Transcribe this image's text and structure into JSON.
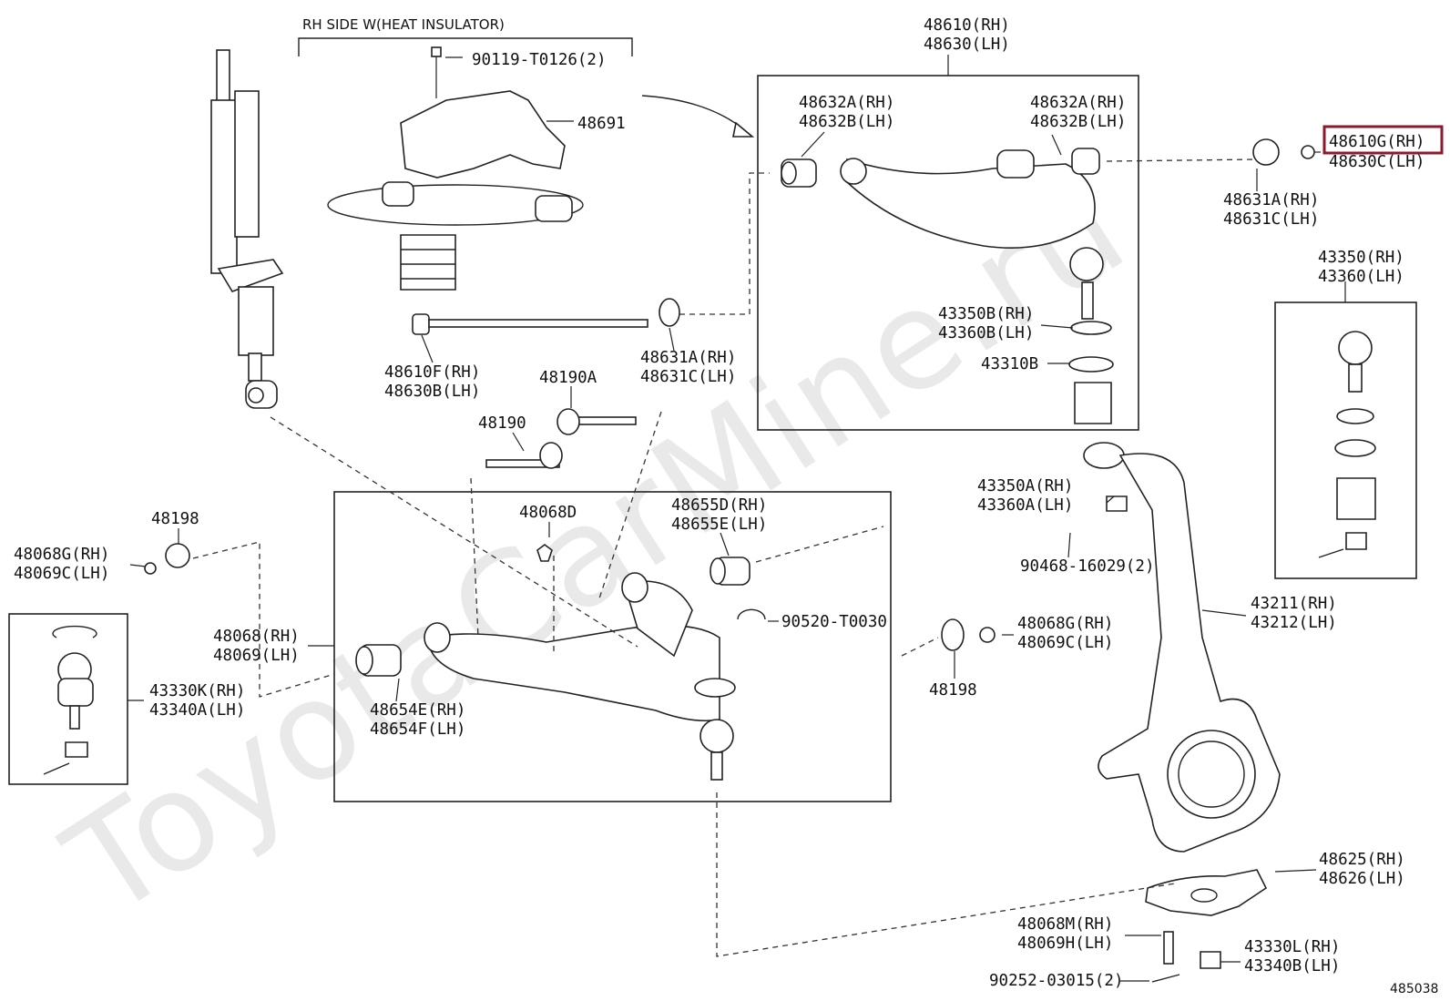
{
  "watermark": "ToyotaCarMine.ru",
  "heading": "RH SIDE W(HEAT INSULATOR)",
  "diagram_ref": "485038",
  "highlight_color": "#8b1a2f",
  "labels": {
    "a1": "48610(RH)",
    "a2": "48630(LH)",
    "b": "90119-T0126(2)",
    "c": "48691",
    "d1": "48632A(RH)",
    "d2": "48632B(LH)",
    "e1": "48632A(RH)",
    "e2": "48632B(LH)",
    "f1": "48610G(RH)",
    "f2": "48630C(LH)",
    "g1": "48631A(RH)",
    "g2": "48631C(LH)",
    "h1": "43350(RH)",
    "h2": "43360(LH)",
    "i1": "43350B(RH)",
    "i2": "43360B(LH)",
    "j": "43310B",
    "k1": "48610F(RH)",
    "k2": "48630B(LH)",
    "l1": "48631A(RH)",
    "l2": "48631C(LH)",
    "m": "48190A",
    "n": "48190",
    "o": "48198",
    "p1": "48068G(RH)",
    "p2": "48069C(LH)",
    "q": "48068D",
    "r1": "48655D(RH)",
    "r2": "48655E(LH)",
    "s1": "43350A(RH)",
    "s2": "43360A(LH)",
    "t": "90468-16029(2)",
    "u1": "48068(RH)",
    "u2": "48069(LH)",
    "v": "90520-T0030",
    "w1": "48068G(RH)",
    "w2": "48069C(LH)",
    "x1": "43211(RH)",
    "x2": "43212(LH)",
    "y1": "43330K(RH)",
    "y2": "43340A(LH)",
    "z1": "48654E(RH)",
    "z2": "48654F(LH)",
    "aa": "48198",
    "ab1": "48625(RH)",
    "ab2": "48626(LH)",
    "ac1": "48068M(RH)",
    "ac2": "48069H(LH)",
    "ad1": "43330L(RH)",
    "ad2": "43340B(LH)",
    "ae": "90252-03015(2)"
  }
}
